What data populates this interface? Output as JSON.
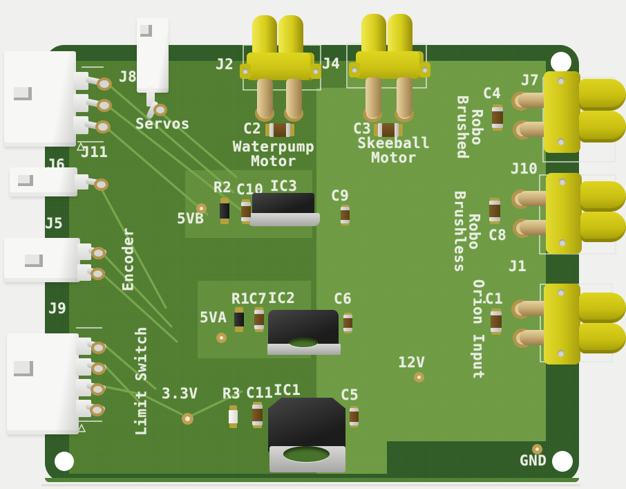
{
  "view": {
    "description": "3D rendered top view of a green PCB with motor and sensor connectors",
    "background_color": "#f0f0ee"
  },
  "colors": {
    "board_dark": "#2e5a24",
    "board_medium": "#4f7c2e",
    "zone_light": "#6d9a42",
    "zone_mid": "#618e3a",
    "trace_green": "#7aa84e",
    "silkscreen": "#e9eee2",
    "connector_yellow": "#d5cc1a",
    "pin_gold": "#c9ad74",
    "pad_gold": "#b2954c",
    "plastic_white": "#f7f7f5",
    "ic_black": "#1c1c1c",
    "tab_silver": "#c0c0be"
  },
  "board": {
    "silkscreen": {
      "j1": "J1",
      "j2": "J2",
      "j4": "J4",
      "j5": "J5",
      "j6": "J6",
      "j7": "J7",
      "j8": "J8",
      "j9": "J9",
      "j10": "J10",
      "j11": "J11",
      "c1": "C1",
      "c2": "C2",
      "c3": "C3",
      "c4": "C4",
      "c5": "C5",
      "c6": "C6",
      "c7": "C7",
      "c8": "C8",
      "c9": "C9",
      "c10": "C10",
      "c11": "C11",
      "r1": "R1",
      "r2": "R2",
      "r3": "R3",
      "ic1": "IC1",
      "ic2": "IC2",
      "ic3": "IC3",
      "servos": "Servos",
      "encoder": "Encoder",
      "limit_switch": "Limit Switch",
      "waterpump_motor": "Waterpump\nMotor",
      "skeeball_motor": "Skeeball\nMotor",
      "robo_brushed": "Robo\nBrushed",
      "robo_brushless": "Robo\nBrushless",
      "orion_input": "Orion Input",
      "net_5vb": "5VB",
      "net_5va": "5VA",
      "net_3v3": "3.3V",
      "net_12v": "12V",
      "net_gnd": "GND"
    }
  }
}
